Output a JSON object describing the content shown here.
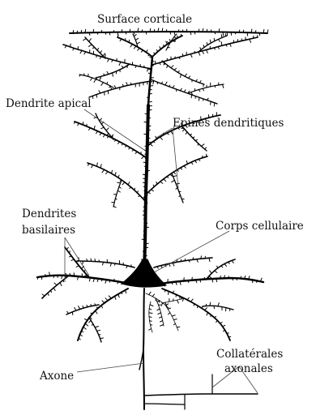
{
  "labels": {
    "surface": "Surface corticale",
    "apical": "Dendrite apical",
    "epines": "Epines dendritiques",
    "basilaires_1": "Dendrites",
    "basilaires_2": "basilaires",
    "corps": "Corps cellulaire",
    "axone": "Axone",
    "collaterales_1": "Collatérales",
    "collaterales_2": "axonales"
  },
  "colors": {
    "ink": "#000000",
    "leader": "#444444",
    "background": "#ffffff"
  }
}
